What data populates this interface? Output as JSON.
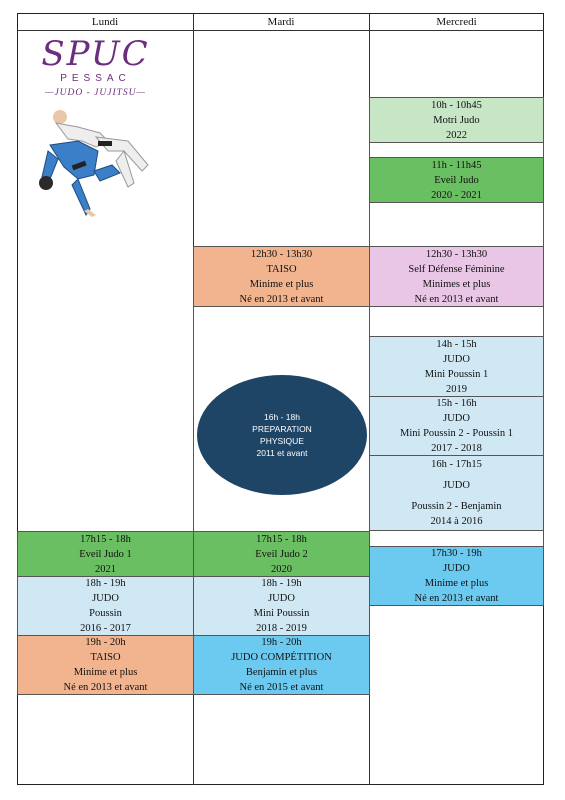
{
  "headers": {
    "monday": "Lundi",
    "tuesday": "Mardi",
    "wednesday": "Mercredi"
  },
  "logo": {
    "main": "SPUC",
    "city": "PESSAC",
    "tagline": "JUDO - JUJITSU",
    "brand_color": "#6b2d7e"
  },
  "monday": [
    {
      "lines": [
        "17h15 - 18h",
        "Eveil Judo 1",
        "2021"
      ],
      "color": "#6abf62"
    },
    {
      "lines": [
        "18h - 19h",
        "JUDO",
        "Poussin",
        "2016 - 2017"
      ],
      "color": "#cfe8f4"
    },
    {
      "lines": [
        "19h - 20h",
        "TAISO",
        "Minime et plus",
        "Né en 2013 et avant"
      ],
      "color": "#f2b48e"
    }
  ],
  "tuesday": [
    {
      "lines": [
        "12h30 - 13h30",
        "TAISO",
        "Minime et plus",
        "Né en 2013 et avant"
      ],
      "color": "#f2b48e"
    },
    {
      "lines": [
        "17h15 - 18h",
        "Eveil Judo 2",
        "2020"
      ],
      "color": "#6abf62"
    },
    {
      "lines": [
        "18h - 19h",
        "JUDO",
        "Mini Poussin",
        "2018 - 2019"
      ],
      "color": "#cfe8f4"
    },
    {
      "lines": [
        "19h - 20h",
        "JUDO COMPÉTITION",
        "Benjamin et plus",
        "Né en 2015 et avant"
      ],
      "color": "#6ccaf0"
    }
  ],
  "tuesday_circle": {
    "lines": [
      "16h - 18h",
      "PREPARATION",
      "PHYSIQUE",
      "2011 et avant"
    ],
    "color": "#1e4466"
  },
  "wednesday": [
    {
      "lines": [
        "10h - 10h45",
        "Motri Judo",
        "2022"
      ],
      "color": "#c7e6c5"
    },
    {
      "lines": [
        "11h - 11h45",
        "Eveil Judo",
        "2020 - 2021"
      ],
      "color": "#6abf62"
    },
    {
      "lines": [
        "12h30 - 13h30",
        "Self Défense Féminine",
        "Minimes et plus",
        "Né en 2013 et avant"
      ],
      "color": "#e9c6e6"
    },
    {
      "lines": [
        "14h - 15h",
        "JUDO",
        "Mini Poussin 1",
        "2019"
      ],
      "color": "#cfe8f4"
    },
    {
      "lines": [
        "15h - 16h",
        "JUDO",
        "Mini Poussin 2 - Poussin 1",
        "2017 - 2018"
      ],
      "color": "#cfe8f4"
    },
    {
      "lines": [
        "16h - 17h15",
        "JUDO",
        "Poussin 2 - Benjamin",
        "2014 à 2016"
      ],
      "color": "#cfe8f4"
    },
    {
      "lines": [
        "17h30 - 19h",
        "JUDO",
        "Minime et plus",
        "Né en 2013 et avant"
      ],
      "color": "#6ccaf0"
    }
  ]
}
